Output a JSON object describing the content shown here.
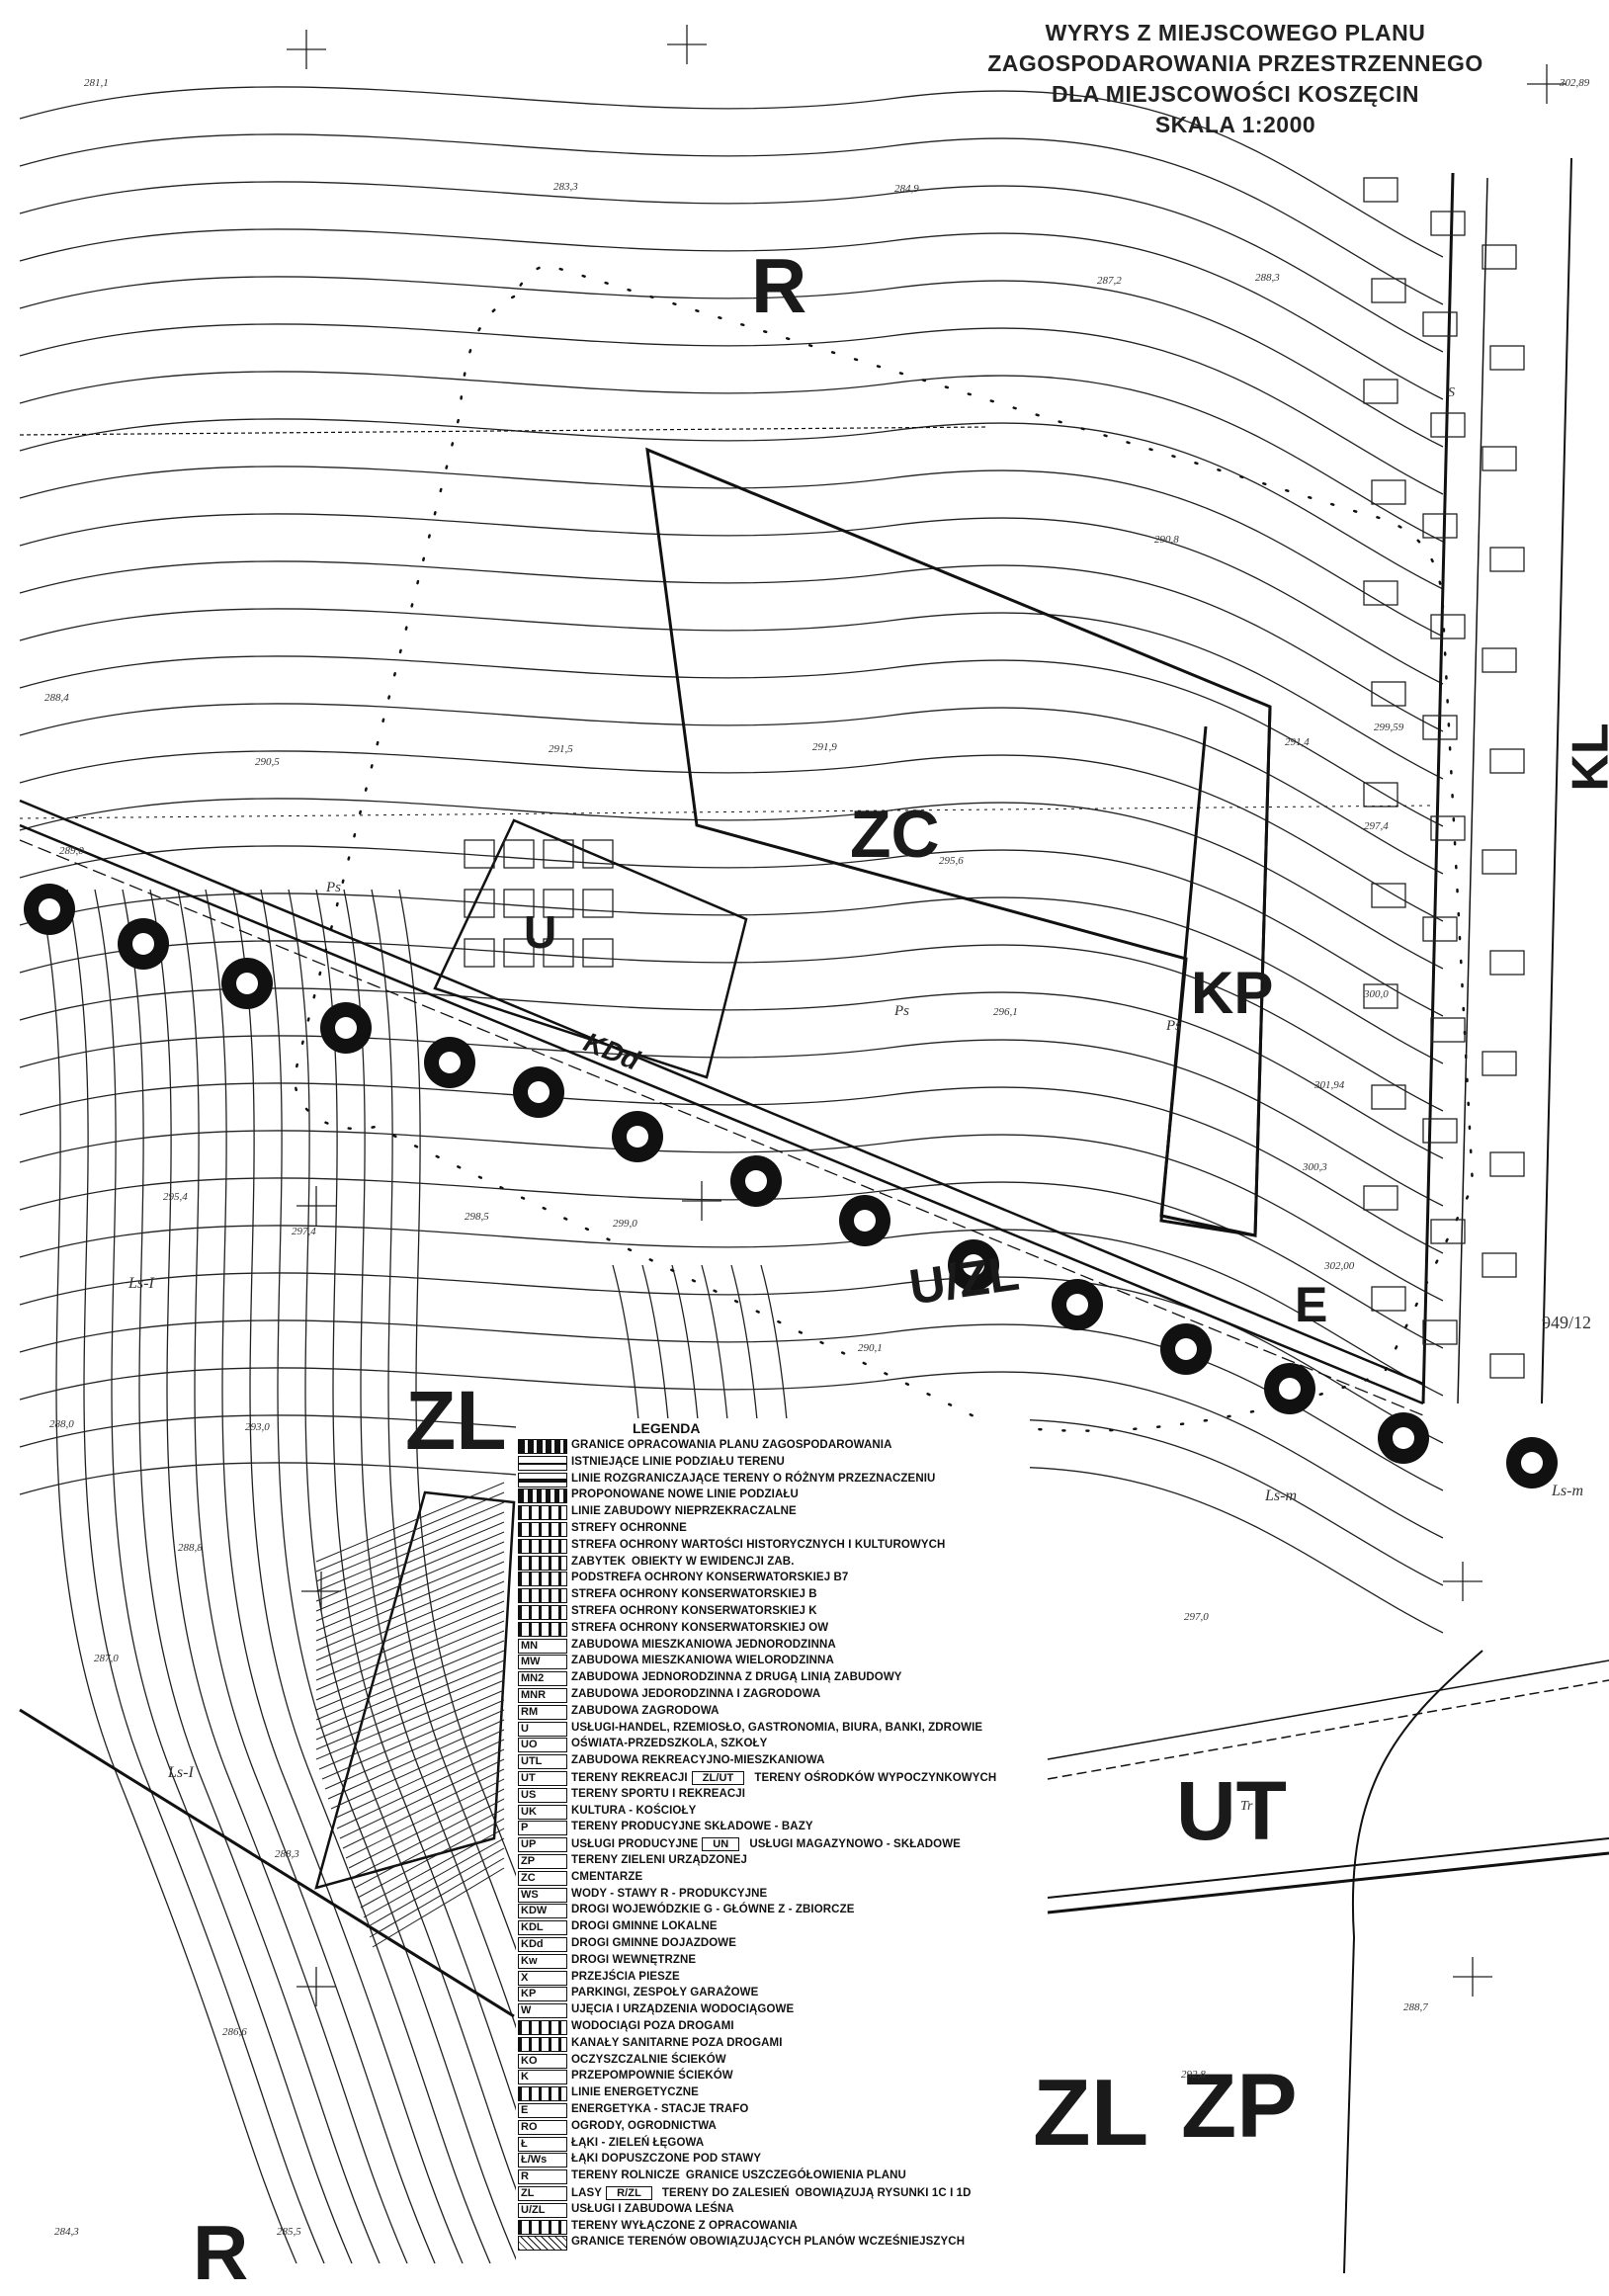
{
  "title": {
    "line1": "WYRYS Z MIEJSCOWEGO PLANU",
    "line2": "ZAGOSPODAROWANIA PRZESTRZENNEGO",
    "line3": "DLA MIEJSCOWOŚCI KOSZĘCIN",
    "line4": "SKALA 1:2000"
  },
  "zones": {
    "r_top": "R",
    "zc": "ZC",
    "kp": "KP",
    "u": "U",
    "kdd": "KDd",
    "uzl": "U/ZL",
    "e": "E",
    "kl": "KL",
    "zl_left": "ZL",
    "ut": "UT",
    "zl_bottom": "ZL",
    "zp": "ZP",
    "r_bottom": "R"
  },
  "map_labels": {
    "ps1": "Ps",
    "ps2": "Ps",
    "ps3": "Ps",
    "ls1": "Ls-I",
    "ls2": "Ls-I",
    "ls3": "Ls-m",
    "ls4": "Ls-m",
    "tr": "Tr",
    "s": "S",
    "lot": "949/12"
  },
  "elevations": {
    "e1": "281,1",
    "e2": "283,3",
    "e3": "284,9",
    "e4": "287,2",
    "e5": "288,3",
    "e6": "288,4",
    "e7": "290,5",
    "e8": "291,5",
    "e9": "291,9",
    "e10": "295,6",
    "e11": "296,1",
    "e12": "290,8",
    "e13": "291,4",
    "e14": "297,4",
    "e15": "299,59",
    "e16": "300,0",
    "e17": "301,94",
    "e18": "300,3",
    "e19": "302,00",
    "e20": "289,0",
    "e21": "288,0",
    "e22": "288,8",
    "e23": "287,0",
    "e24": "288,3",
    "e25": "286,6",
    "e26": "284,3",
    "e27": "285,5",
    "e28": "295,4",
    "e29": "297,4",
    "e30": "298,5",
    "e31": "299,0",
    "e32": "290,1",
    "e33": "292,8",
    "e34": "293,0",
    "e35": "288,7",
    "e36": "297,0",
    "e37": "302,89"
  },
  "legend": {
    "title": "LEGENDA",
    "rows": [
      {
        "sym": "",
        "text": "GRANICE OPRACOWANIA PLANU ZAGOSPODAROWANIA"
      },
      {
        "sym": "",
        "text": "ISTNIEJĄCE LINIE PODZIAŁU TERENU"
      },
      {
        "sym": "",
        "text": "LINIE ROZGRANICZAJĄCE TERENY O RÓŻNYM PRZEZNACZENIU"
      },
      {
        "sym": "",
        "text": "PROPONOWANE NOWE LINIE PODZIAŁU"
      },
      {
        "sym": "",
        "text": "LINIE ZABUDOWY NIEPRZEKRACZALNE"
      },
      {
        "sym": "",
        "text": "STREFY OCHRONNE"
      },
      {
        "sym": "",
        "text": "STREFA OCHRONY WARTOŚCI HISTORYCZNYCH I KULTUROWYCH"
      },
      {
        "sym": "",
        "text": "ZABYTEK"
      },
      {
        "sym": "",
        "text": "PODSTREFA OCHRONY KONSERWATORSKIEJ B7"
      },
      {
        "sym": "",
        "text": "STREFA OCHRONY KONSERWATORSKIEJ B"
      },
      {
        "sym": "",
        "text": "STREFA OCHRONY KONSERWATORSKIEJ K"
      },
      {
        "sym": "",
        "text": "STREFA OCHRONY KONSERWATORSKIEJ OW"
      },
      {
        "sym": "MN",
        "text": "ZABUDOWA MIESZKANIOWA JEDNORODZINNA"
      },
      {
        "sym": "MW",
        "text": "ZABUDOWA MIESZKANIOWA WIELORODZINNA"
      },
      {
        "sym": "MN2",
        "text": "ZABUDOWA JEDNORODZINNA Z DRUGĄ LINIĄ ZABUDOWY"
      },
      {
        "sym": "MNR",
        "text": "ZABUDOWA JEDORODZINNA I ZAGRODOWA"
      },
      {
        "sym": "RM",
        "text": "ZABUDOWA ZAGRODOWA"
      },
      {
        "sym": "U",
        "text": "USŁUGI-HANDEL, RZEMIOSŁO, GASTRONOMIA, BIURA, BANKI, ZDROWIE"
      },
      {
        "sym": "UO",
        "text": "OŚWIATA-PRZEDSZKOLA, SZKOŁY"
      },
      {
        "sym": "UTL",
        "text": "ZABUDOWA REKREACYJNO-MIESZKANIOWA"
      },
      {
        "sym": "UT",
        "text": "TERENY REKREACJI"
      },
      {
        "sym": "US",
        "text": "TERENY SPORTU I REKREACJI"
      },
      {
        "sym": "UK",
        "text": "KULTURA - KOŚCIOŁY"
      },
      {
        "sym": "P",
        "text": "TERENY PRODUCYJNE SKŁADOWE - BAZY"
      },
      {
        "sym": "UP",
        "text": "USŁUGI PRODUCYJNE"
      },
      {
        "sym": "ZP",
        "text": "TERENY ZIELENI URZĄDZONEJ"
      },
      {
        "sym": "ZC",
        "text": "CMENTARZE"
      },
      {
        "sym": "WS",
        "text": "WODY - STAWY R - PRODUKCYJNE"
      },
      {
        "sym": "KDW",
        "text": "DROGI WOJEWÓDZKIE G - GŁÓWNE Z - ZBIORCZE"
      },
      {
        "sym": "KDL",
        "text": "DROGI GMINNE LOKALNE"
      },
      {
        "sym": "KDd",
        "text": "DROGI GMINNE DOJAZDOWE"
      },
      {
        "sym": "Kw",
        "text": "DROGI WEWNĘTRZNE"
      },
      {
        "sym": "X",
        "text": "PRZEJŚCIA PIESZE"
      },
      {
        "sym": "KP",
        "text": "PARKINGI, ZESPOŁY GARAŻOWE"
      },
      {
        "sym": "W",
        "text": "UJĘCIA I URZĄDZENIA WODOCIĄGOWE"
      },
      {
        "sym": "",
        "text": "WODOCIĄGI POZA DROGAMI"
      },
      {
        "sym": "",
        "text": "KANAŁY SANITARNE POZA DROGAMI"
      },
      {
        "sym": "KO",
        "text": "OCZYSZCZALNIE ŚCIEKÓW"
      },
      {
        "sym": "K",
        "text": "PRZEPOMPOWNIE ŚCIEKÓW"
      },
      {
        "sym": "",
        "text": "LINIE ENERGETYCZNE"
      },
      {
        "sym": "E",
        "text": "ENERGETYKA - STACJE TRAFO"
      },
      {
        "sym": "RO",
        "text": "OGRODY, OGRODNICTWA"
      },
      {
        "sym": "Ł",
        "text": "ŁĄKI - ZIELEŃ ŁĘGOWA"
      },
      {
        "sym": "Ł/Ws",
        "text": "ŁĄKI DOPUSZCZONE POD STAWY"
      },
      {
        "sym": "R",
        "text": "TERENY ROLNICZE"
      },
      {
        "sym": "ZL",
        "text": "LASY"
      },
      {
        "sym": "U/ZL",
        "text": "USŁUGI I ZABUDOWA LEŚNA"
      },
      {
        "sym": "",
        "text": "TERENY WYŁĄCZONE Z OPRACOWANIA"
      },
      {
        "sym": "",
        "text": "GRANICE TERENÓW OBOWIĄZUJĄCYCH PLANÓW WCZEŚNIEJSZYCH"
      }
    ],
    "zabytek_extra": "OBIEKTY W EWIDENCJI ZAB.",
    "ut_extra_box": "ZL/UT",
    "ut_extra_text": "TERENY OŚRODKÓW WYPOCZYNKOWYCH",
    "up_extra_box": "UN",
    "up_extra_text": "USŁUGI MAGAZYNOWO - SKŁADOWE",
    "r_extra_text": "GRANICE USZCZEGÓŁOWIENIA PLANU",
    "zl_extra_box": "R/ZL",
    "zl_extra_text": "TERENY DO ZALESIEŃ",
    "zl_extra_text2": "OBOWIĄZUJĄ RYSUNKI 1C I 1D"
  }
}
